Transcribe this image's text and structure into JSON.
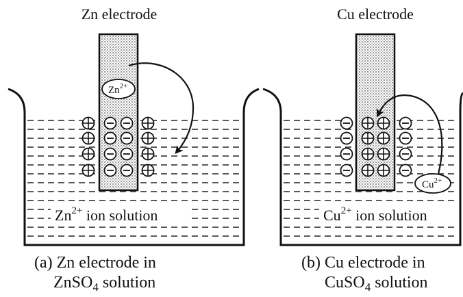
{
  "panel_a": {
    "electrode_label": "Zn electrode",
    "ion_bubble": {
      "symbol": "Zn",
      "charge": "2+"
    },
    "solution_label": {
      "symbol": "Zn",
      "charge": "2+",
      "rest": " ion solution"
    },
    "caption": {
      "line1": "(a) Zn electrode in",
      "line2_prefix": "ZnSO",
      "line2_sub": "4",
      "line2_suffix": " solution"
    }
  },
  "panel_b": {
    "electrode_label": "Cu electrode",
    "ion_bubble": {
      "symbol": "Cu",
      "charge": "2+"
    },
    "solution_label": {
      "symbol": "Cu",
      "charge": "2+",
      "rest": " ion solution"
    },
    "caption": {
      "line1": "(b) Cu electrode in",
      "line2_prefix": "CuSO",
      "line2_sub": "4",
      "line2_suffix": " solution"
    }
  }
}
